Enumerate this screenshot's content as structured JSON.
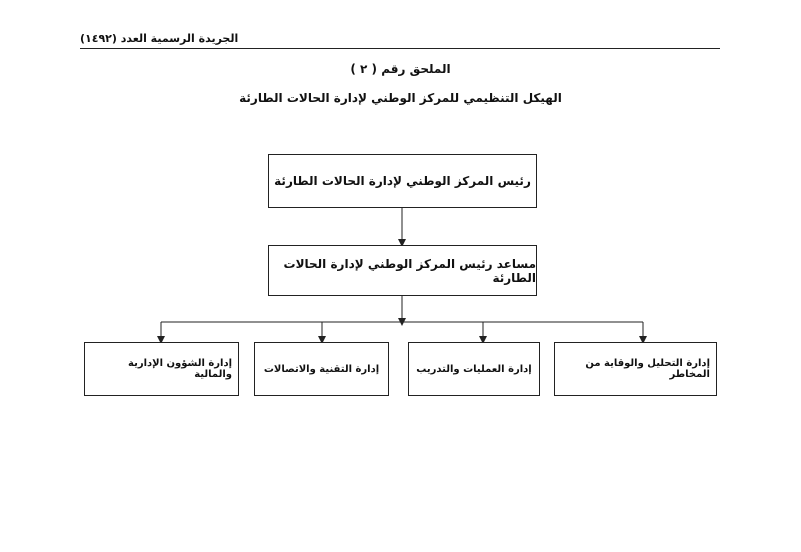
{
  "header": {
    "gazette_text": "الجريدة الرسمية العدد (١٤٩٢)"
  },
  "annex": {
    "title": "الملحق رقم ( ٢ )"
  },
  "chart_title": "الهيكل التنظيمي للمركز الوطني لإدارة الحالات الطارئة",
  "org_chart": {
    "head": "رئيس المركز الوطني لإدارة الحالات الطارئة",
    "assistant": "مساعد رئيس المركز الوطني لإدارة الحالات الطارئة",
    "departments": [
      "إدارة التحليل والوقاية من المخاطر",
      "إدارة العمليات والتدريب",
      "إدارة التقنية والاتصالات",
      "إدارة الشؤون الإدارية والمالية"
    ]
  }
}
